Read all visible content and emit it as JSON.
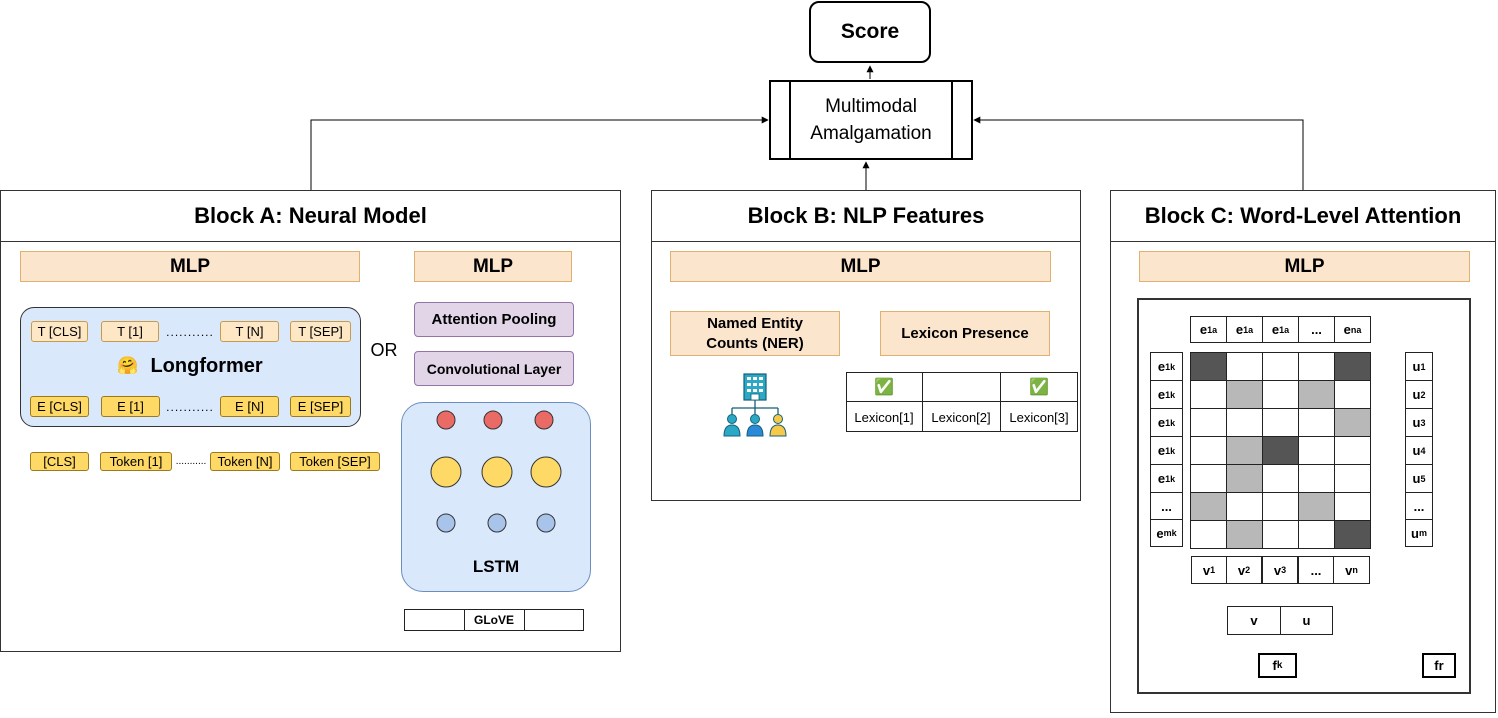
{
  "score": "Score",
  "amalgamation": [
    "Multimodal",
    "Amalgamation"
  ],
  "or_label": "OR",
  "ellipsis": "...........",
  "block_a": {
    "title": "Block A: Neural Model",
    "mlp_left": "MLP",
    "mlp_right": "MLP",
    "longformer": "Longformer",
    "longformer_emoji": "🤗",
    "t_tokens": [
      "T [CLS]",
      "T [1]",
      "T [N]",
      "T [SEP]"
    ],
    "e_tokens": [
      "E [CLS]",
      "E [1]",
      "E [N]",
      "E [SEP]"
    ],
    "inputs": [
      "[CLS]",
      "Token [1]",
      "Token [N]",
      "Token [SEP]"
    ],
    "attention_pooling": "Attention Pooling",
    "conv_layer": "Convolutional Layer",
    "lstm": "LSTM",
    "glove": "GLoVE"
  },
  "block_b": {
    "title": "Block B: NLP Features",
    "mlp": "MLP",
    "ner": [
      "Named Entity",
      "Counts (NER)"
    ],
    "lexicon_presence": "Lexicon Presence",
    "check": "✅",
    "lexicons": [
      "Lexicon[1]",
      "Lexicon[2]",
      "Lexicon[3]"
    ],
    "icon": "org-chart-icon"
  },
  "block_c": {
    "title": "Block C: Word-Level Attention",
    "mlp": "MLP",
    "top_labels": [
      {
        "b": "e",
        "s": "1",
        "p": "a"
      },
      {
        "b": "e",
        "s": "1",
        "p": "a"
      },
      {
        "b": "e",
        "s": "1",
        "p": "a"
      },
      {
        "b": "...",
        "s": "",
        "p": ""
      },
      {
        "b": "e",
        "s": "n",
        "p": "a"
      }
    ],
    "left_labels": [
      {
        "b": "e",
        "s": "1",
        "p": "k"
      },
      {
        "b": "e",
        "s": "1",
        "p": "k"
      },
      {
        "b": "e",
        "s": "1",
        "p": "k"
      },
      {
        "b": "e",
        "s": "1",
        "p": "k"
      },
      {
        "b": "e",
        "s": "1",
        "p": "k"
      },
      {
        "b": "...",
        "s": "",
        "p": ""
      },
      {
        "b": "e",
        "s": "m",
        "p": "k"
      }
    ],
    "right_labels": [
      {
        "b": "u",
        "s": "1"
      },
      {
        "b": "u",
        "s": "2"
      },
      {
        "b": "u",
        "s": "3"
      },
      {
        "b": "u",
        "s": "4"
      },
      {
        "b": "u",
        "s": "5"
      },
      {
        "b": "...",
        "s": ""
      },
      {
        "b": "u",
        "s": "m"
      }
    ],
    "bottom_labels": [
      {
        "b": "v",
        "s": "1"
      },
      {
        "b": "v",
        "s": "2"
      },
      {
        "b": "v",
        "s": "3"
      },
      {
        "b": "...",
        "s": ""
      },
      {
        "b": "v",
        "s": "n"
      }
    ],
    "matrix": [
      [
        "dark",
        "white",
        "white",
        "white",
        "dark"
      ],
      [
        "white",
        "light",
        "white",
        "light",
        "white"
      ],
      [
        "white",
        "white",
        "white",
        "white",
        "light"
      ],
      [
        "white",
        "light",
        "dark",
        "white",
        "white"
      ],
      [
        "white",
        "light",
        "white",
        "white",
        "white"
      ],
      [
        "light",
        "white",
        "white",
        "light",
        "white"
      ],
      [
        "white",
        "light",
        "white",
        "white",
        "dark"
      ]
    ],
    "colors": {
      "dark": "#555555",
      "light": "#b8b8b8",
      "white": "#ffffff"
    },
    "v_label": "v",
    "u_label": "u",
    "fk": {
      "b": "f",
      "s": "k"
    },
    "fr": "fr"
  }
}
